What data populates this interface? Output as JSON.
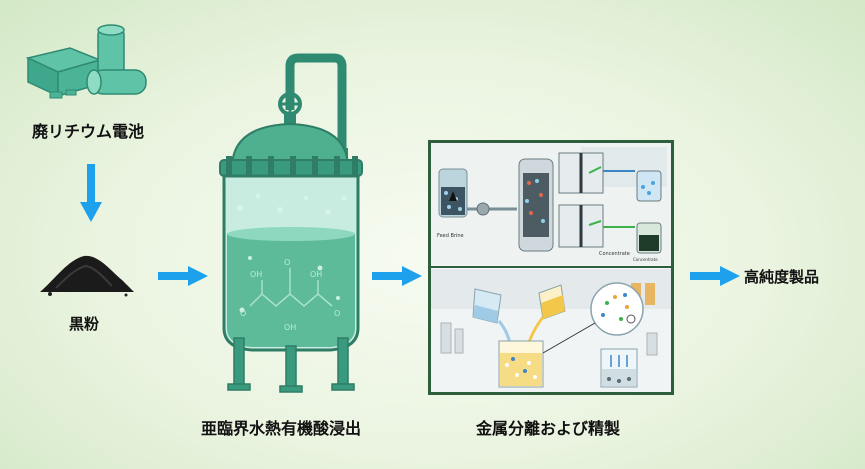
{
  "diagram": {
    "source_label": "廃リチウム電池",
    "powder_label": "黒粉",
    "reactor_label": "亜臨界水熱有機酸浸出",
    "separation_label": "金属分離および精製",
    "product_label": "高純度製品",
    "membrane_text": {
      "feed": "Feed Brine",
      "concentrate": "Concentrate",
      "concentrate2": "Concentrate"
    },
    "molecule_text": {
      "oh1": "OH",
      "oh2": "OH",
      "oh3": "OH",
      "o1": "O",
      "o2": "O",
      "o3": "O"
    },
    "colors": {
      "arrow": "#1ea1ec",
      "reactor_green": "#3a9a7e",
      "panel_border": "#2f5e3c"
    }
  }
}
